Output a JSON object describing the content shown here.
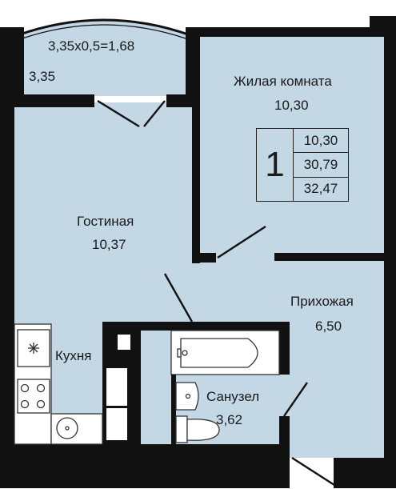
{
  "colors": {
    "floor": "#c3d7e5",
    "wall": "#111111",
    "fixture_stroke": "#333333",
    "fixture_fill": "#ffffff"
  },
  "rooms": {
    "balcony": {
      "formula": "3,35х0,5=1,68",
      "width": "3,35"
    },
    "living_room": {
      "name": "Жилая комната",
      "area": "10,30"
    },
    "lounge": {
      "name": "Гостиная",
      "area": "10,37"
    },
    "hallway": {
      "name": "Прихожая",
      "area": "6,50"
    },
    "kitchen": {
      "name": "Кухня"
    },
    "bathroom": {
      "name": "Санузел",
      "area": "3,62"
    }
  },
  "summary": {
    "room_count": "1",
    "living_area": "10,30",
    "total_area": "30,79",
    "area_with_balcony": "32,47"
  },
  "icons": [
    "snowflake-icon",
    "stove-icon",
    "sink-icon",
    "bathtub-icon",
    "washbasin-icon",
    "toilet-icon"
  ]
}
